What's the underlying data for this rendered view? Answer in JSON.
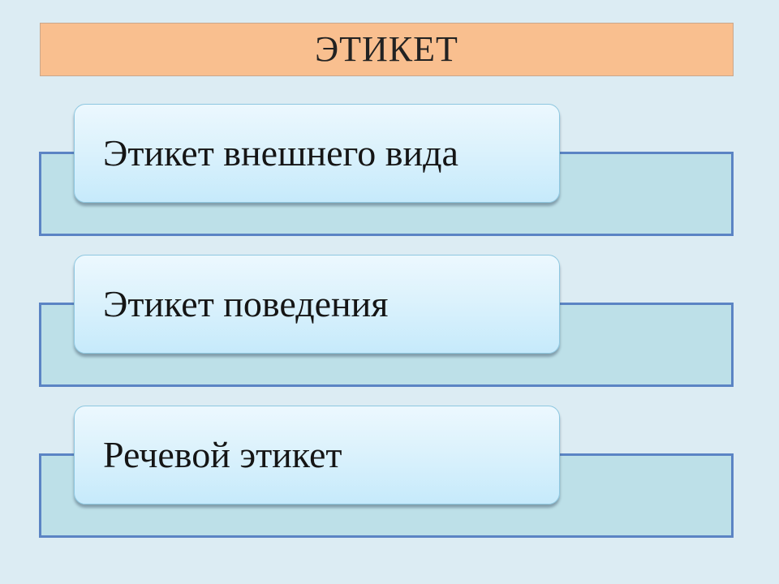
{
  "title": "ЭТИКЕТ",
  "items": [
    {
      "label": "Этикет внешнего вида"
    },
    {
      "label": "Этикет поведения"
    },
    {
      "label": "Речевой этикет"
    }
  ],
  "colors": {
    "background": "#dcecf3",
    "title_fill": "#f9bf8f",
    "panel_fill": "#bde0e8",
    "panel_border": "#5b84c4",
    "card_fill": "#dcf2fc"
  }
}
